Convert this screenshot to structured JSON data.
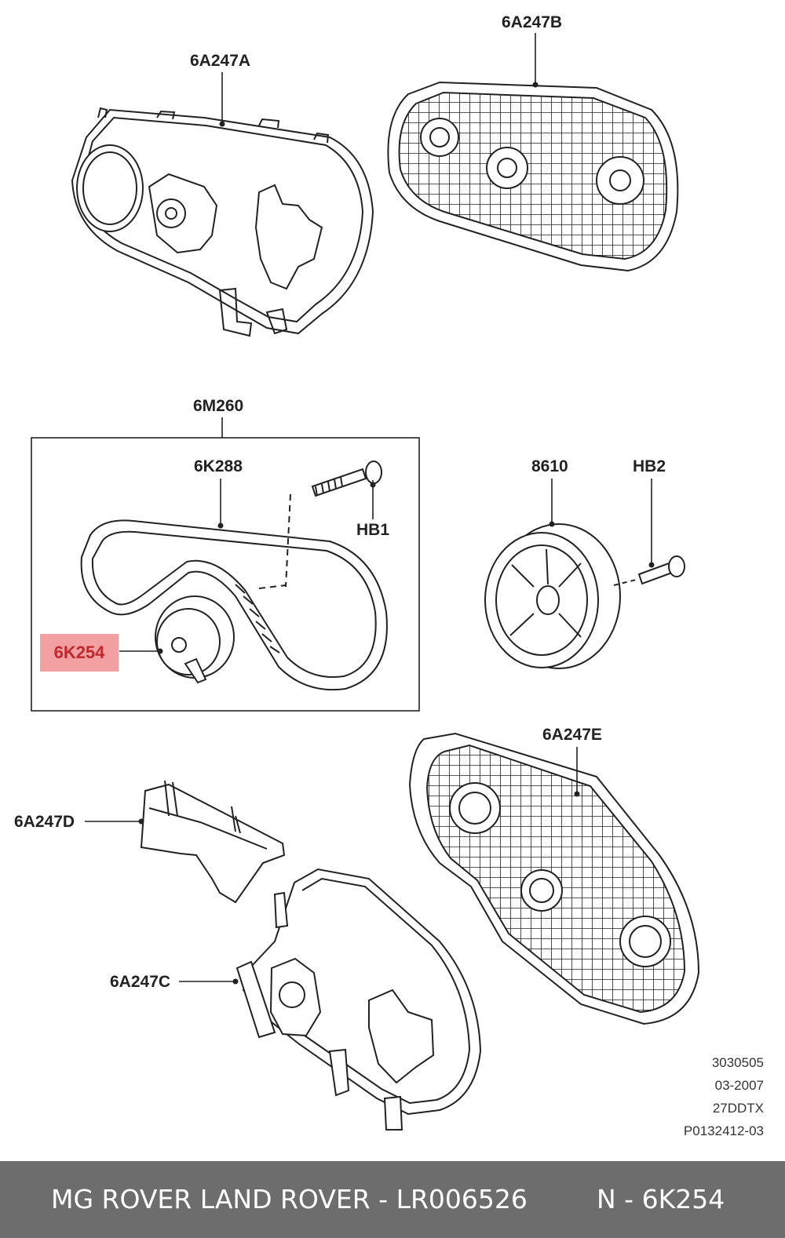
{
  "callouts": {
    "c6A247A": "6A247A",
    "c6A247B": "6A247B",
    "c6M260": "6M260",
    "c6K288": "6K288",
    "cHB1": "HB1",
    "c8610": "8610",
    "cHB2": "HB2",
    "c6K254": "6K254",
    "c6A247E": "6A247E",
    "c6A247D": "6A247D",
    "c6A247C": "6A247C"
  },
  "meta": {
    "line1": "3030505",
    "line2": "03-2007",
    "line3": "27DDTX",
    "line4": "P0132412-03"
  },
  "footer": {
    "brand": "MG ROVER LAND ROVER - LR006526",
    "part": "N - 6K254"
  },
  "colors": {
    "highlight": "#f3a0a3",
    "highlight_text": "#c0282c",
    "footer_bg": "#6d6d6d"
  }
}
